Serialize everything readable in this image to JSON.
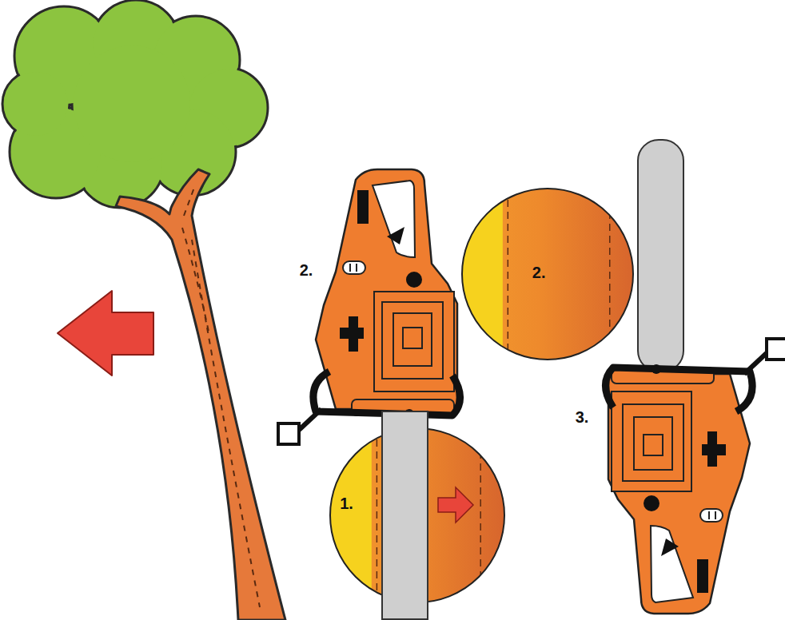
{
  "diagram": {
    "nodes": [
      {
        "text": [
          "2."
        ]
      },
      {
        "text": [
          "1."
        ]
      }
    ],
    "labels": [
      "2.",
      "3."
    ]
  }
}
